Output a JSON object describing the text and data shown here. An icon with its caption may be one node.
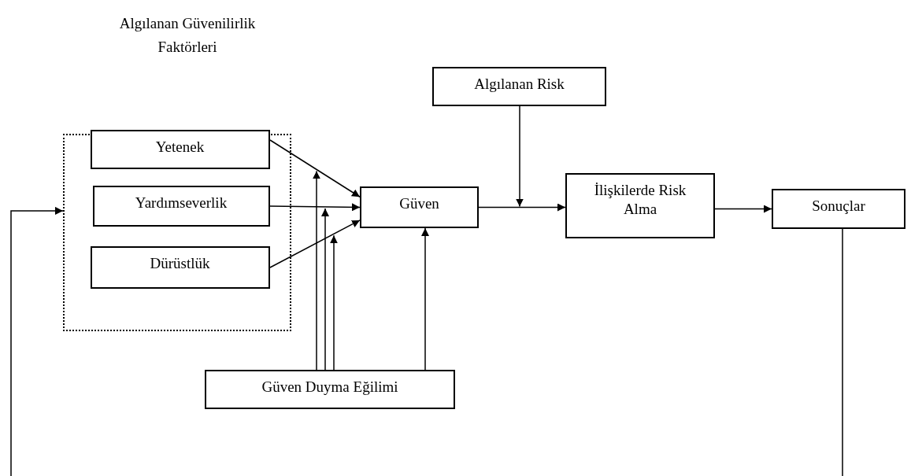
{
  "diagram": {
    "nodes": [
      {
        "text": [],
        "shape": "box"
      },
      {
        "text": [
          "Yetenek"
        ],
        "in": 0
      },
      {
        "text": [
          "Yardımseverlik"
        ],
        "in": 0
      },
      {
        "text": [
          "Dürüstlük"
        ],
        "in": 0
      },
      {
        "text": [
          "Güven"
        ]
      },
      {
        "text": [
          "Algılanan Risk"
        ]
      },
      {
        "text": [
          "İlişkilerde Risk Alma"
        ]
      },
      {
        "text": [
          "Sonuçlar"
        ]
      },
      {
        "text": [
          "Güven Duyma Eğilimi"
        ]
      }
    ],
    "edges": [
      {
        "from": 1,
        "to": 4,
        "arrow": "to"
      },
      {
        "from": 2,
        "to": 4,
        "arrow": "to"
      },
      {
        "from": 3,
        "to": 4,
        "arrow": "to"
      },
      {
        "from": 8,
        "to": null,
        "arrow": "to"
      },
      {
        "from": 8,
        "to": null,
        "arrow": "to"
      },
      {
        "from": 8,
        "to": null,
        "arrow": "to"
      },
      {
        "from": 8,
        "to": 4,
        "arrow": "to"
      },
      {
        "from": 4,
        "to": 6,
        "arrow": "to"
      },
      {
        "from": 5,
        "to": null,
        "arrow": "to"
      },
      {
        "from": 6,
        "to": 7,
        "arrow": "to"
      },
      {
        "from": 7,
        "to": 0,
        "arrow": "to"
      }
    ],
    "labels": [
      "Algılanan Güvenilirlik Faktörleri"
    ]
  }
}
